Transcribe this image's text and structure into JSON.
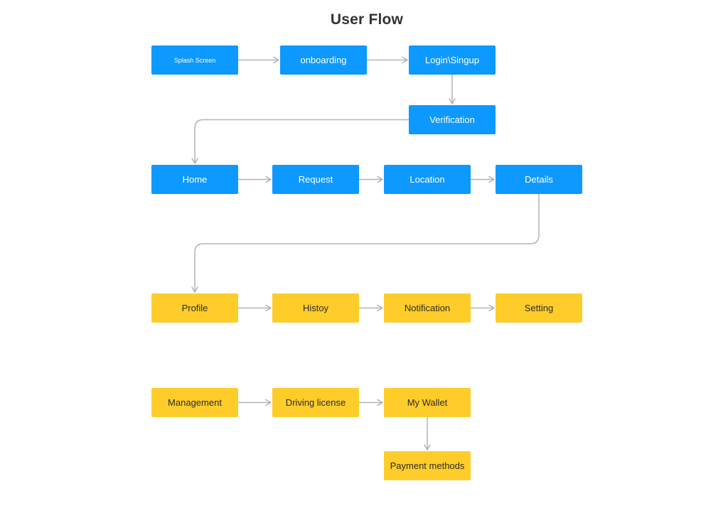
{
  "title": "User Flow",
  "colors": {
    "primary_node": "#0d99ff",
    "secondary_node": "#ffcd29",
    "connector": "#b3b3b3",
    "title_text": "#333333"
  },
  "nodes": {
    "splash": "Splash Screen",
    "onboarding": "onboarding",
    "login": "Login\\Singup",
    "verification": "Verification",
    "home": "Home",
    "request": "Request",
    "location": "Location",
    "details": "Details",
    "profile": "Profile",
    "history": "Histoy",
    "notification": "Notification",
    "setting": "Setting",
    "management": "Management",
    "driving": "Driving license",
    "wallet": "My Wallet",
    "payment": "Payment methods"
  },
  "edges": [
    [
      "splash",
      "onboarding"
    ],
    [
      "onboarding",
      "login"
    ],
    [
      "login",
      "verification"
    ],
    [
      "verification",
      "home"
    ],
    [
      "home",
      "request"
    ],
    [
      "request",
      "location"
    ],
    [
      "location",
      "details"
    ],
    [
      "details",
      "profile"
    ],
    [
      "profile",
      "history"
    ],
    [
      "history",
      "notification"
    ],
    [
      "notification",
      "setting"
    ],
    [
      "management",
      "driving"
    ],
    [
      "driving",
      "wallet"
    ],
    [
      "wallet",
      "payment"
    ]
  ]
}
